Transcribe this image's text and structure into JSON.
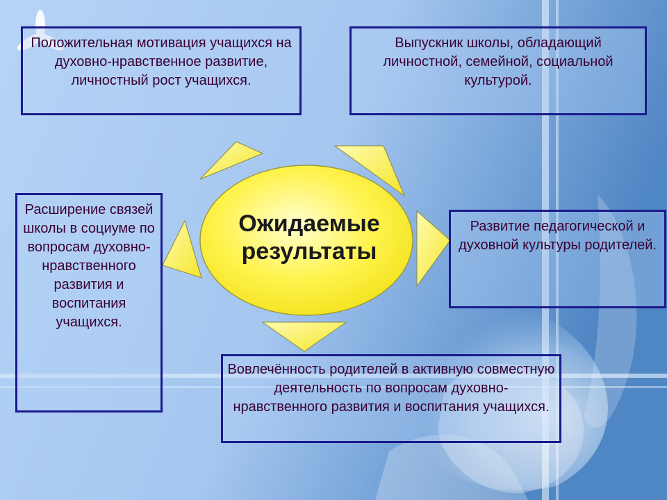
{
  "diagram": {
    "center": {
      "line1": "Ожидаемые",
      "line2": "результаты"
    },
    "boxes": {
      "top_left": "Положительная мотивация учащихся на духовно-нравственное развитие, личностный рост учащихся.",
      "top_right": "Выпускник школы, обладающий личностной, семейной, социальной культурой.",
      "left": "Расширение связей школы в социуме по вопросам духовно-нравственного развития и воспитания учащихся.",
      "right": "Развитие педагогической и духовной культуры родителей.",
      "bottom": "Вовлечённость родителей в активную совместную деятельность по вопросам духовно-нравственного развития и воспитания учащихся."
    }
  },
  "colors": {
    "box_border": "#1a1a8c",
    "box_text": "#3a0033",
    "sun_fill": "#fff24d",
    "background": "#9ec3ee"
  }
}
